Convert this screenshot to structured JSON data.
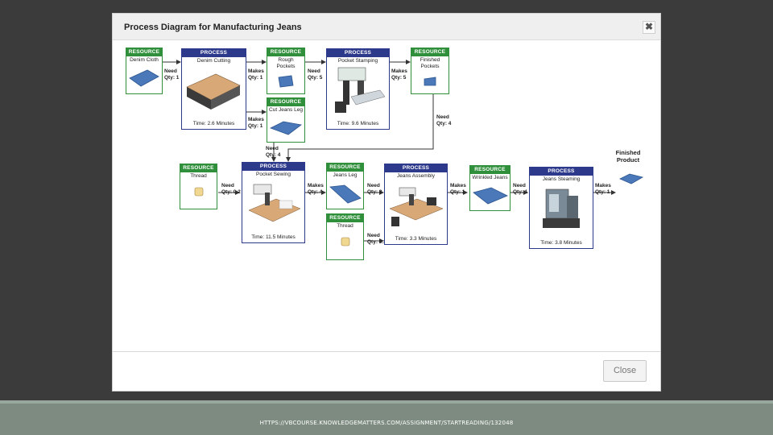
{
  "modal": {
    "title": "Process Diagram for Manufacturing Jeans",
    "close_x": "✖",
    "close_button": "Close"
  },
  "footer": {
    "url": "HTTPS://VBCOURSE.KNOWLEDGEMATTERS.COM/ASSIGNMENT/STARTREADING/132048"
  },
  "diagram": {
    "resource_header": "RESOURCE",
    "process_header": "PROCESS",
    "resources": {
      "denim_cloth": "Denim Cloth",
      "rough_pockets": "Rough Pockets",
      "cut_jeans_leg": "Cut Jeans Leg",
      "finished_pockets": "Finished Pockets",
      "thread_1": "Thread",
      "jeans_leg": "Jeans Leg",
      "thread_2": "Thread",
      "wrinkled_jeans": "Wrinkled Jeans"
    },
    "processes": {
      "denim_cutting": {
        "name": "Denim Cutting",
        "time": "Time: 2.6 Minutes"
      },
      "pocket_stamping": {
        "name": "Pocket Stamping",
        "time": "Time: 9.6 Minutes"
      },
      "pocket_sewing": {
        "name": "Pocket Sewing",
        "time": "Time: 11.5 Minutes"
      },
      "jeans_assembly": {
        "name": "Jeans Assembly",
        "time": "Time: 3.3 Minutes"
      },
      "jeans_steaming": {
        "name": "Jeans Steaming",
        "time": "Time: 3.8 Minutes"
      }
    },
    "labels": {
      "need_1": [
        "Need",
        "Qty: 1"
      ],
      "makes_1a": [
        "Makes",
        "Qty: 1"
      ],
      "need_1b": [
        "Need",
        "Qty: 5"
      ],
      "makes_5": [
        "Makes",
        "Qty: 5"
      ],
      "makes_1b": [
        "Makes",
        "Qty: 1"
      ],
      "need_4a": [
        "Need",
        "Qty: 4"
      ],
      "need_4b": [
        "Need",
        "Qty: 4"
      ],
      "need_02": [
        "Need",
        "Qty: 0.2"
      ],
      "makes_4": [
        "Makes",
        "Qty: 4"
      ],
      "need_2": [
        "Need",
        "Qty: 2"
      ],
      "need_03": [
        "Need",
        "Qty: 0.3"
      ],
      "makes_1c": [
        "Makes",
        "Qty: 1"
      ],
      "need_1c": [
        "Need",
        "Qty: 1"
      ],
      "makes_1d": [
        "Makes",
        "Qty: 1"
      ]
    },
    "finished_product": "Finished Product"
  },
  "colors": {
    "resource": "#2f8f3a",
    "process": "#2d3a8c",
    "material": "#3f6fb0"
  }
}
